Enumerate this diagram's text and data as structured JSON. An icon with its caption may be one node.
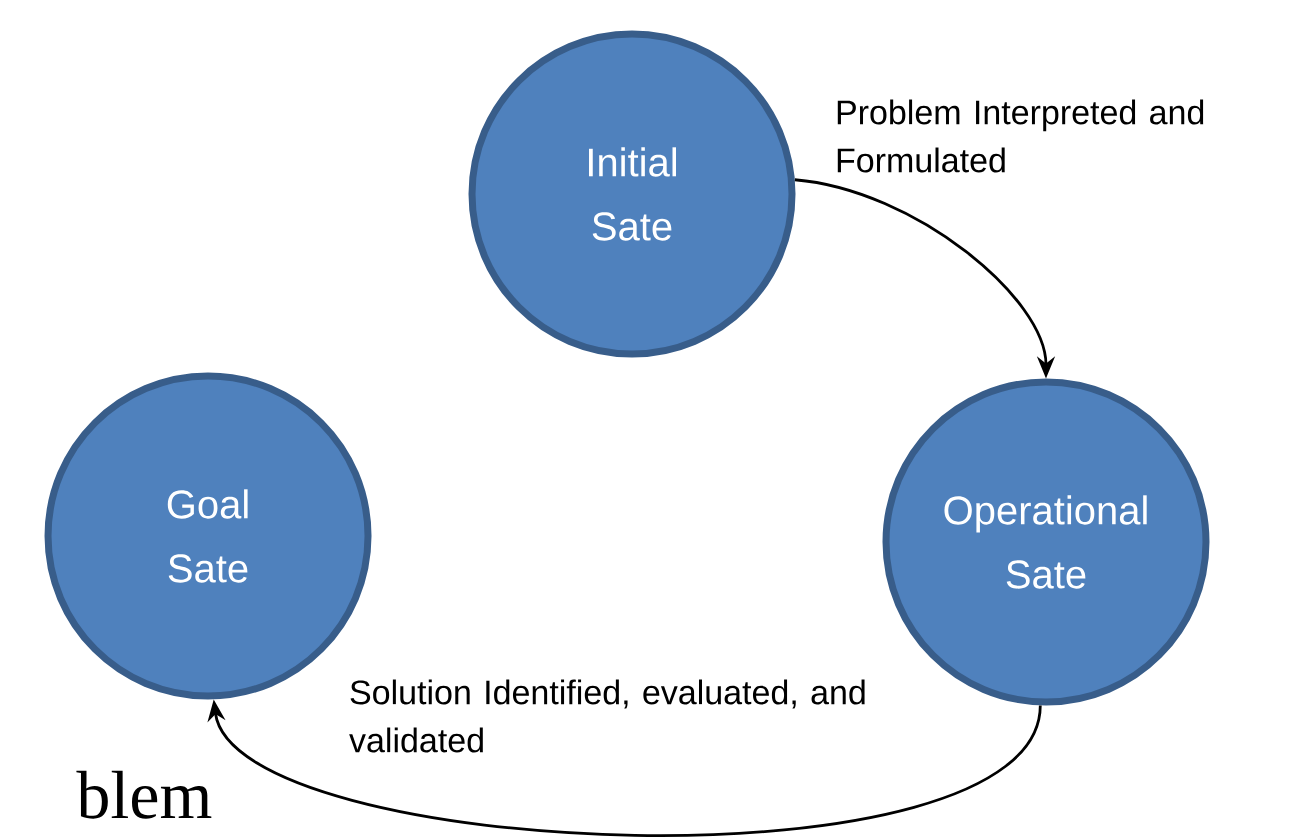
{
  "diagram": {
    "nodes": [
      {
        "text": [
          "Initial Sate"
        ]
      },
      {
        "text": [
          "Goal Sate"
        ]
      },
      {
        "text": [
          "Operational Sate"
        ]
      }
    ],
    "edges": [
      {
        "from": 0,
        "to": 2,
        "arrow": "to",
        "label": "Problem Interpreted and Formulated"
      },
      {
        "from": 2,
        "to": 1,
        "arrow": "to",
        "label": "Solution Identified, evaluated, and validated"
      }
    ],
    "labels": [
      "blem"
    ]
  }
}
